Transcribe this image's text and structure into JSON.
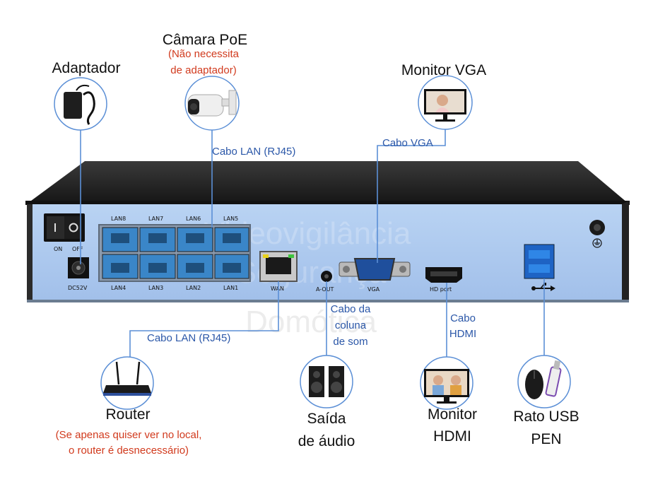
{
  "devices": {
    "adapter": {
      "title": "Adaptador",
      "icon": "power-adapter-icon"
    },
    "camera": {
      "title": "Câmara PoE",
      "note_lines": [
        "(Não necessita",
        "de adaptador)"
      ],
      "icon": "poe-camera-icon"
    },
    "vga_monitor": {
      "title": "Monitor VGA",
      "icon": "vga-monitor-icon"
    },
    "router": {
      "title": "Router",
      "note_lines": [
        "(Se apenas quiser ver no local,",
        "o router é desnecessário)"
      ],
      "icon": "router-icon"
    },
    "audio": {
      "title_lines": [
        "Saída",
        "de áudio"
      ],
      "icon": "speaker-icon"
    },
    "hdmi_monitor": {
      "title_lines": [
        "Monitor",
        "HDMI"
      ],
      "icon": "hdmi-monitor-icon"
    },
    "usb_mouse": {
      "title_lines": [
        "Rato USB",
        "PEN"
      ],
      "icon": "mouse-usb-pen-icon"
    }
  },
  "cables": {
    "lan_top": "Cabo LAN (RJ45)",
    "vga": "Cabo VGA",
    "lan_bottom": "Cabo LAN (RJ45)",
    "audio_lines": [
      "Cabo da",
      "coluna",
      "de som"
    ],
    "hdmi_lines": [
      "Cabo",
      "HDMI"
    ]
  },
  "ports": {
    "lan_top": [
      "LAN8",
      "LAN7",
      "LAN6",
      "LAN5"
    ],
    "lan_bottom": [
      "LAN4",
      "LAN3",
      "LAN2",
      "LAN1"
    ],
    "wan": "WAN",
    "aout": "A-OUT",
    "vga": "VGA",
    "hdport": "HD port",
    "power_on": "ON",
    "power_off": "OFF",
    "dc": "DC52V"
  },
  "watermark_lines": [
    "Videovigilância",
    "Segurança",
    "Domótica"
  ],
  "colors": {
    "panel": "#aac7ee",
    "chassis_top": "#2a2a2a",
    "cable_line": "#5b8fd6",
    "cable_text": "#2b57a8",
    "note_text": "#d13a1d"
  }
}
